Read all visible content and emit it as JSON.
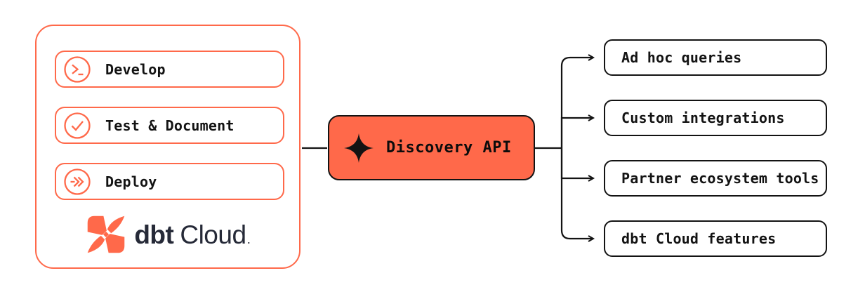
{
  "diagram": {
    "colors": {
      "brand_orange": "#FF694A",
      "ink": "#131313",
      "logo_navy": "#262A38"
    },
    "source_group": {
      "stages": [
        {
          "label": "Develop",
          "icon": "terminal-icon"
        },
        {
          "label": "Test & Document",
          "icon": "check-circle-icon"
        },
        {
          "label": "Deploy",
          "icon": "double-arrow-icon"
        }
      ],
      "logo": {
        "brand": "dbt",
        "product": "Cloud",
        "trademark": "."
      }
    },
    "api_node": {
      "label": "Discovery API",
      "icon": "sparkle-icon"
    },
    "consumers": [
      {
        "label": "Ad hoc queries"
      },
      {
        "label": "Custom integrations"
      },
      {
        "label": "Partner ecosystem tools"
      },
      {
        "label": "dbt Cloud features"
      }
    ]
  }
}
